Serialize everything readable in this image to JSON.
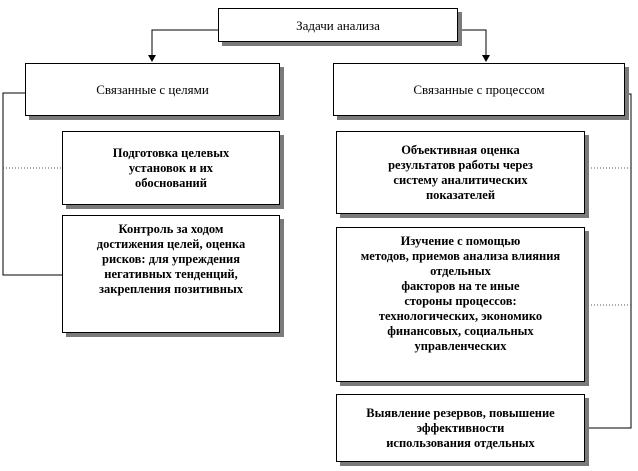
{
  "root": {
    "title": "Задачи анализа"
  },
  "left": {
    "header": "Связанные с целями",
    "items": [
      "Подготовка целевых\nустановок и их\nобоснований",
      "Контроль за ходом\nдостижения целей,  оценка\nрисков: для упреждения\nнегативных тенденций,\nзакрепления позитивных"
    ]
  },
  "right": {
    "header": "Связанные с процессом",
    "items": [
      "Объективная оценка\nрезультатов работы через\nсистему аналитических\nпоказателей",
      "Изучение с помощью\nметодов, приемов анализа влияния\nотдельных\nфакторов на те иные\nстороны процессов:\nтехнологических,  экономико\nфинансовых,  социальных\nуправленческих",
      "Выявление резервов,  повышение\nэффективности\nиспользования отдельных"
    ]
  },
  "colors": {
    "line": "#000000",
    "shadow": "#7a7a7a",
    "dotted": "#555555"
  }
}
